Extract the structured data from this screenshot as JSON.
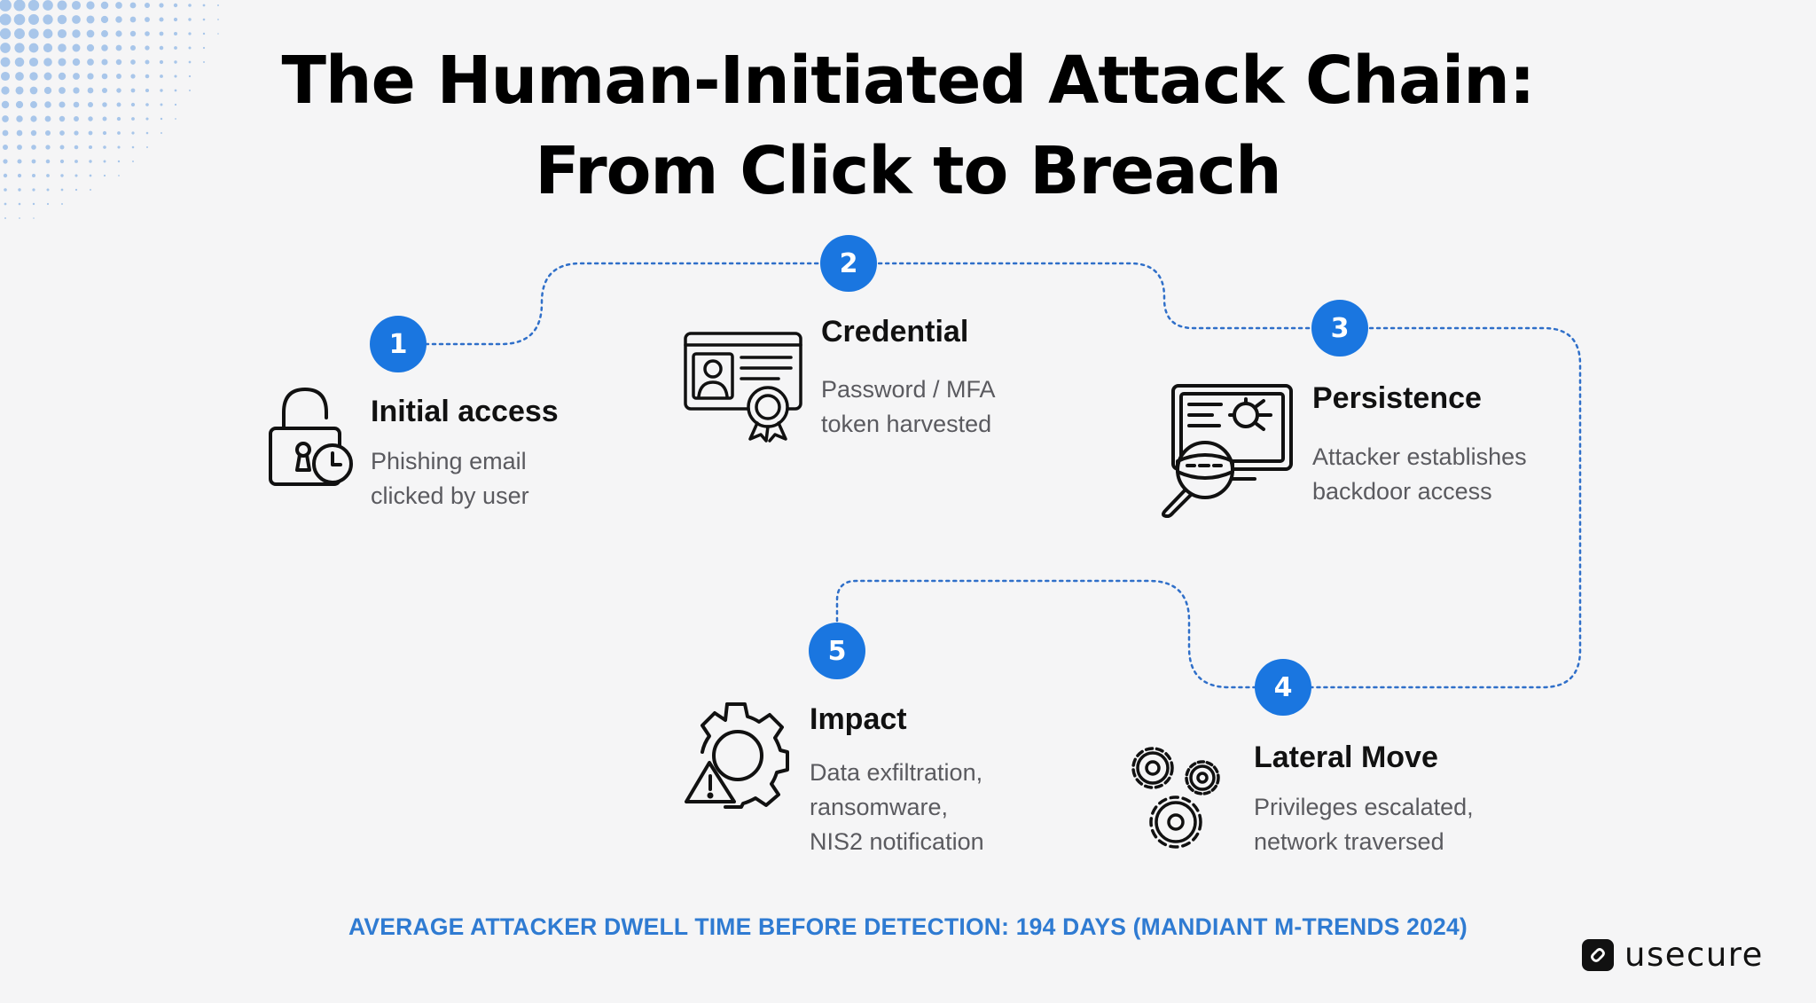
{
  "title": {
    "line1": "The Human-Initiated Attack Chain:",
    "line2": "From Click to Breach"
  },
  "accent_color": "#1a76e0",
  "steps": [
    {
      "number": "1",
      "title": "Initial access",
      "description": "Phishing email\nclicked by user",
      "icon": "padlock-clock-icon"
    },
    {
      "number": "2",
      "title": "Credential",
      "description": "Password / MFA\ntoken harvested",
      "icon": "id-certificate-icon"
    },
    {
      "number": "3",
      "title": "Persistence",
      "description": "Attacker establishes\nbackdoor access",
      "icon": "hacker-monitor-icon"
    },
    {
      "number": "4",
      "title": "Lateral Move",
      "description": "Privileges escalated,\nnetwork traversed",
      "icon": "gears-icon"
    },
    {
      "number": "5",
      "title": "Impact",
      "description": "Data exfiltration,\nransomware,\nNIS2 notification",
      "icon": "gear-warning-icon"
    }
  ],
  "footnote": "AVERAGE ATTACKER DWELL TIME BEFORE DETECTION: 194 DAYS (MANDIANT M-TRENDS 2024)",
  "brand": "usecure"
}
